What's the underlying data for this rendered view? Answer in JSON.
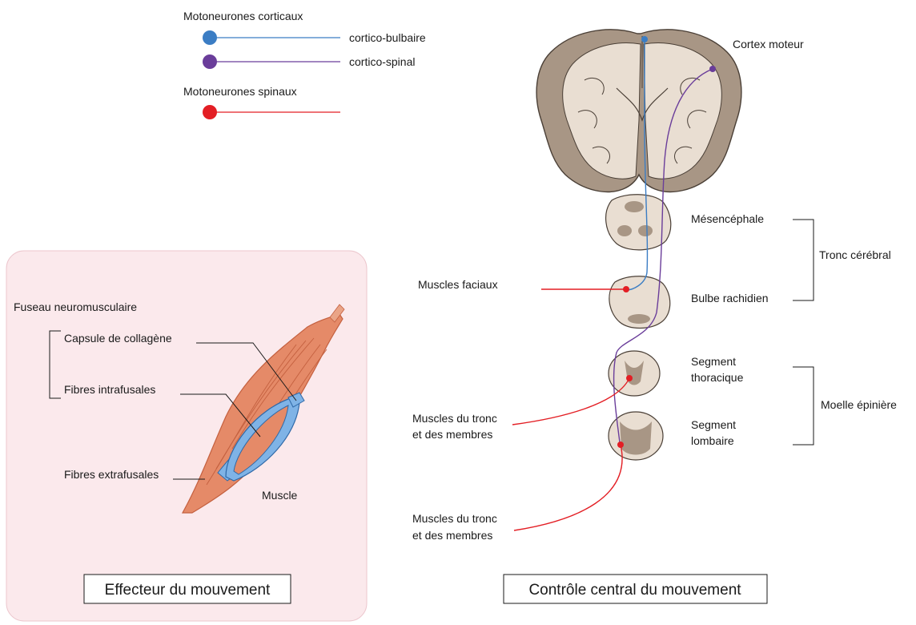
{
  "legend": {
    "cortical_title": "Motoneurones corticaux",
    "corticobulbar": "cortico-bulbaire",
    "corticospinal": "cortico-spinal",
    "spinal_title": "Motoneurones spinaux"
  },
  "colors": {
    "corticobulbar": "#3b7dc4",
    "corticospinal": "#6a3d9a",
    "spinal": "#e31e24",
    "panel_bg": "#fbe9ec",
    "brain_tissue": "#a89685",
    "brain_light": "#e9ded2",
    "muscle": "#e58a68",
    "spindle": "#7fb3e6"
  },
  "central": {
    "cortex_label": "Cortex moteur",
    "midbrain_label": "Mésencéphale",
    "medulla_label": "Bulbe rachidien",
    "brainstem_label": "Tronc cérébral",
    "thoracic_label_line1": "Segment",
    "thoracic_label_line2": "thoracique",
    "lumbar_label_line1": "Segment",
    "lumbar_label_line2": "lombaire",
    "spinal_cord_label": "Moelle épinière",
    "facial_muscles": "Muscles faciaux",
    "trunk_muscles_1_line1": "Muscles du tronc",
    "trunk_muscles_1_line2": "et des membres",
    "trunk_muscles_2_line1": "Muscles du tronc",
    "trunk_muscles_2_line2": "et des membres",
    "title": "Contrôle central du mouvement"
  },
  "effector": {
    "spindle_title": "Fuseau neuromusculaire",
    "capsule": "Capsule de collagène",
    "intrafusal": "Fibres intrafusales",
    "extrafusal": "Fibres extrafusales",
    "muscle": "Muscle",
    "title": "Effecteur du mouvement"
  }
}
